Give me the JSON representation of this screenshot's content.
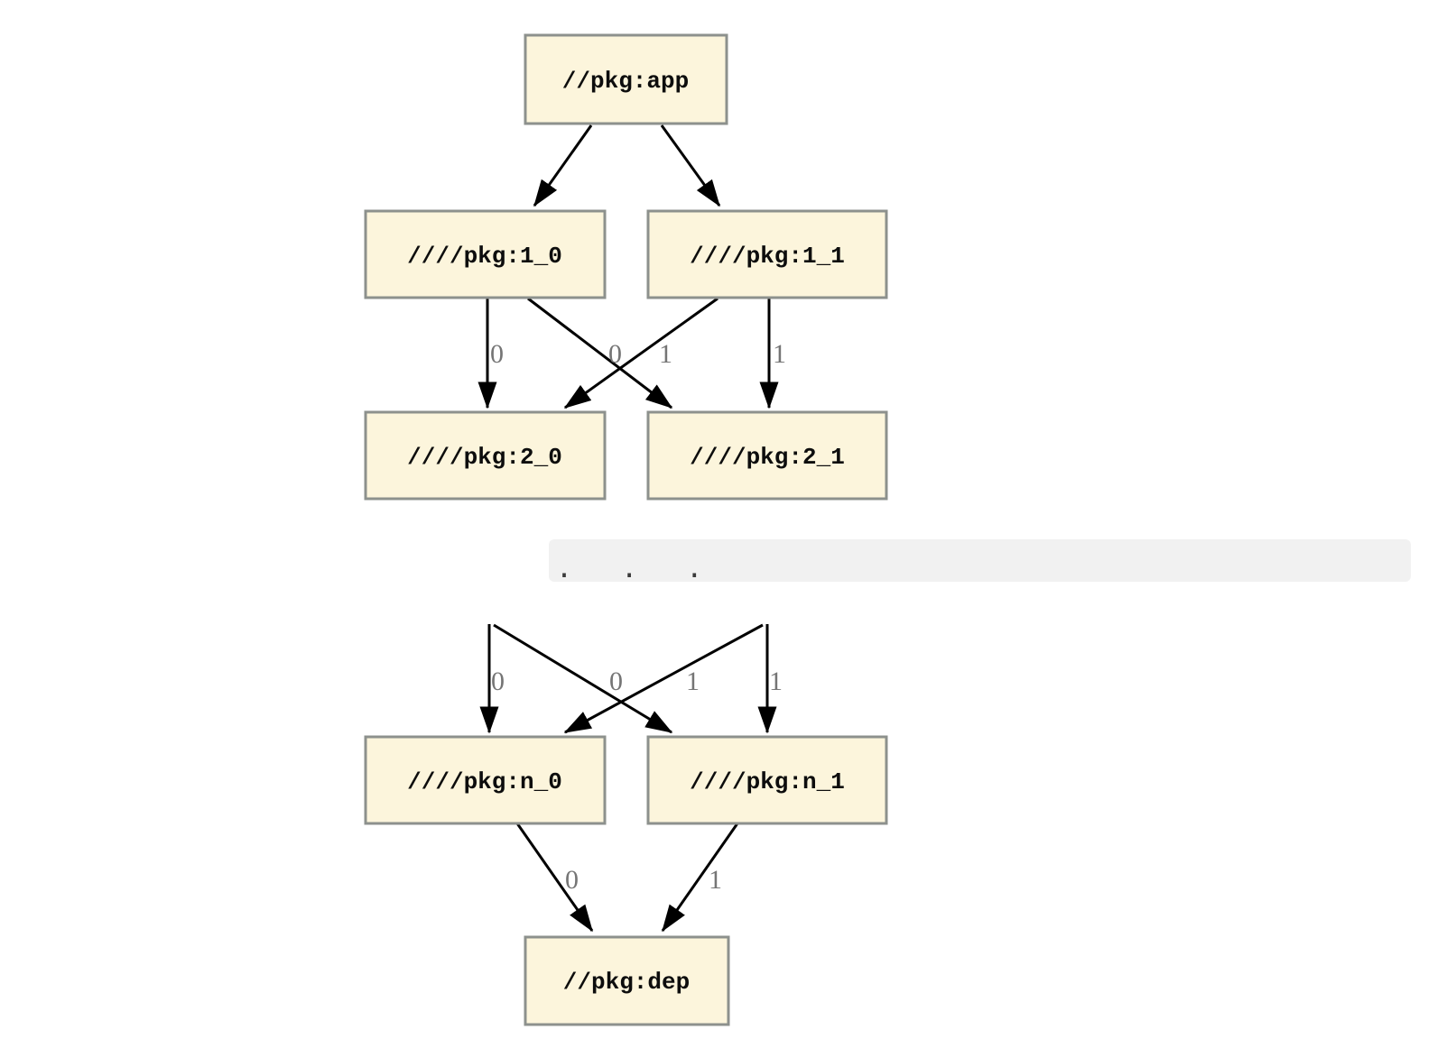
{
  "diagram": {
    "nodes": {
      "app": {
        "label": "//pkg:app"
      },
      "v1_0": {
        "label": "////pkg:1_0"
      },
      "v1_1": {
        "label": "////pkg:1_1"
      },
      "v2_0": {
        "label": "////pkg:2_0"
      },
      "v2_1": {
        "label": "////pkg:2_1"
      },
      "vn_0": {
        "label": "////pkg:n_0"
      },
      "vn_1": {
        "label": "////pkg:n_1"
      },
      "dep": {
        "label": "//pkg:dep"
      }
    },
    "edge_labels": {
      "e_1_0_to_2_0": "0",
      "e_1_1_to_2_0": "0",
      "e_1_0_to_2_1": "1",
      "e_1_1_to_2_1": "1",
      "e_top_to_n_0": "0",
      "e_cross_to_n_0": "0",
      "e_cross_to_n_1": "1",
      "e_top_to_n_1": "1",
      "e_n_0_to_dep": "0",
      "e_n_1_to_dep": "1"
    },
    "ellipsis": ". . ."
  },
  "colors": {
    "node_fill": "#FCF5DC",
    "node_border": "#8D918D",
    "edge": "#000000",
    "edge_label_text": "#757575",
    "ellipsis_band_bg": "#F1F1F1",
    "ellipsis_text": "#3A3A3A"
  }
}
